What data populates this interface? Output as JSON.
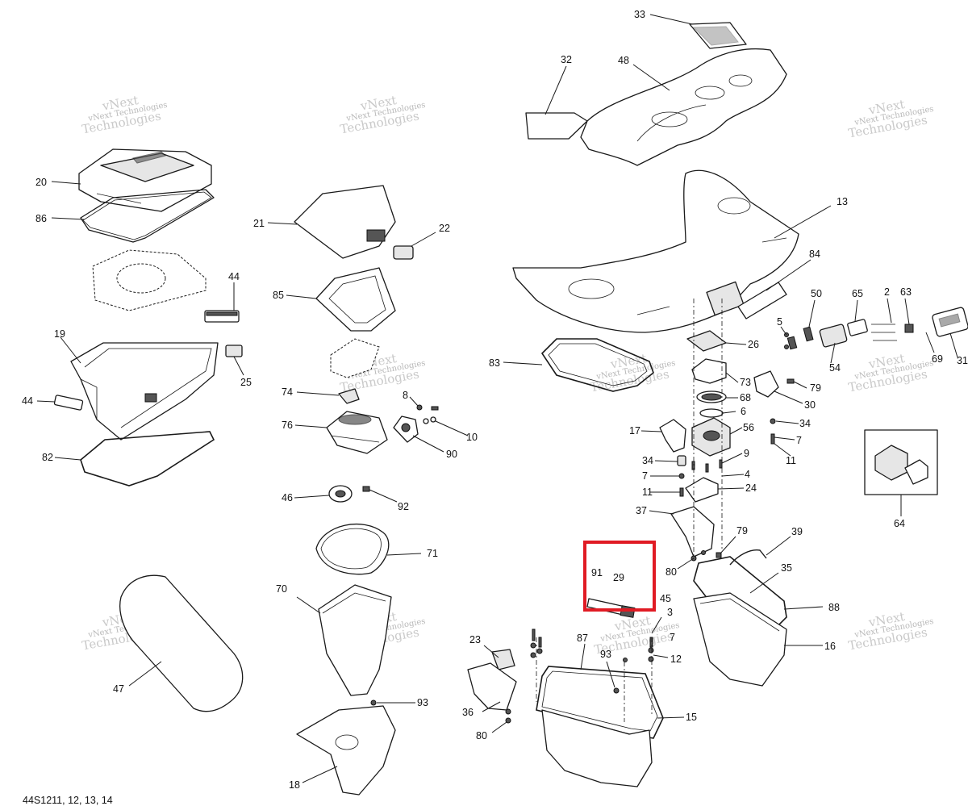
{
  "reference": "44S1211, 12, 13, 14",
  "watermark": {
    "line1": "vNext Technologies",
    "line2": "vNext",
    "line3": "Technologies"
  },
  "highlight_color": "#e01b24",
  "callouts": [
    "33",
    "32",
    "48",
    "13",
    "20",
    "86",
    "21",
    "22",
    "44",
    "85",
    "84",
    "50",
    "65",
    "2",
    "63",
    "19",
    "5",
    "26",
    "69",
    "31",
    "83",
    "73",
    "79",
    "25",
    "54",
    "74",
    "8",
    "68",
    "30",
    "44",
    "10",
    "6",
    "34",
    "76",
    "90",
    "17",
    "56",
    "7",
    "82",
    "34",
    "9",
    "11",
    "7",
    "4",
    "46",
    "11",
    "24",
    "92",
    "37",
    "64",
    "79",
    "39",
    "71",
    "80",
    "91",
    "29",
    "45",
    "35",
    "70",
    "88",
    "3",
    "23",
    "87",
    "7",
    "16",
    "93",
    "12",
    "47",
    "36",
    "15",
    "93",
    "80",
    "18"
  ]
}
